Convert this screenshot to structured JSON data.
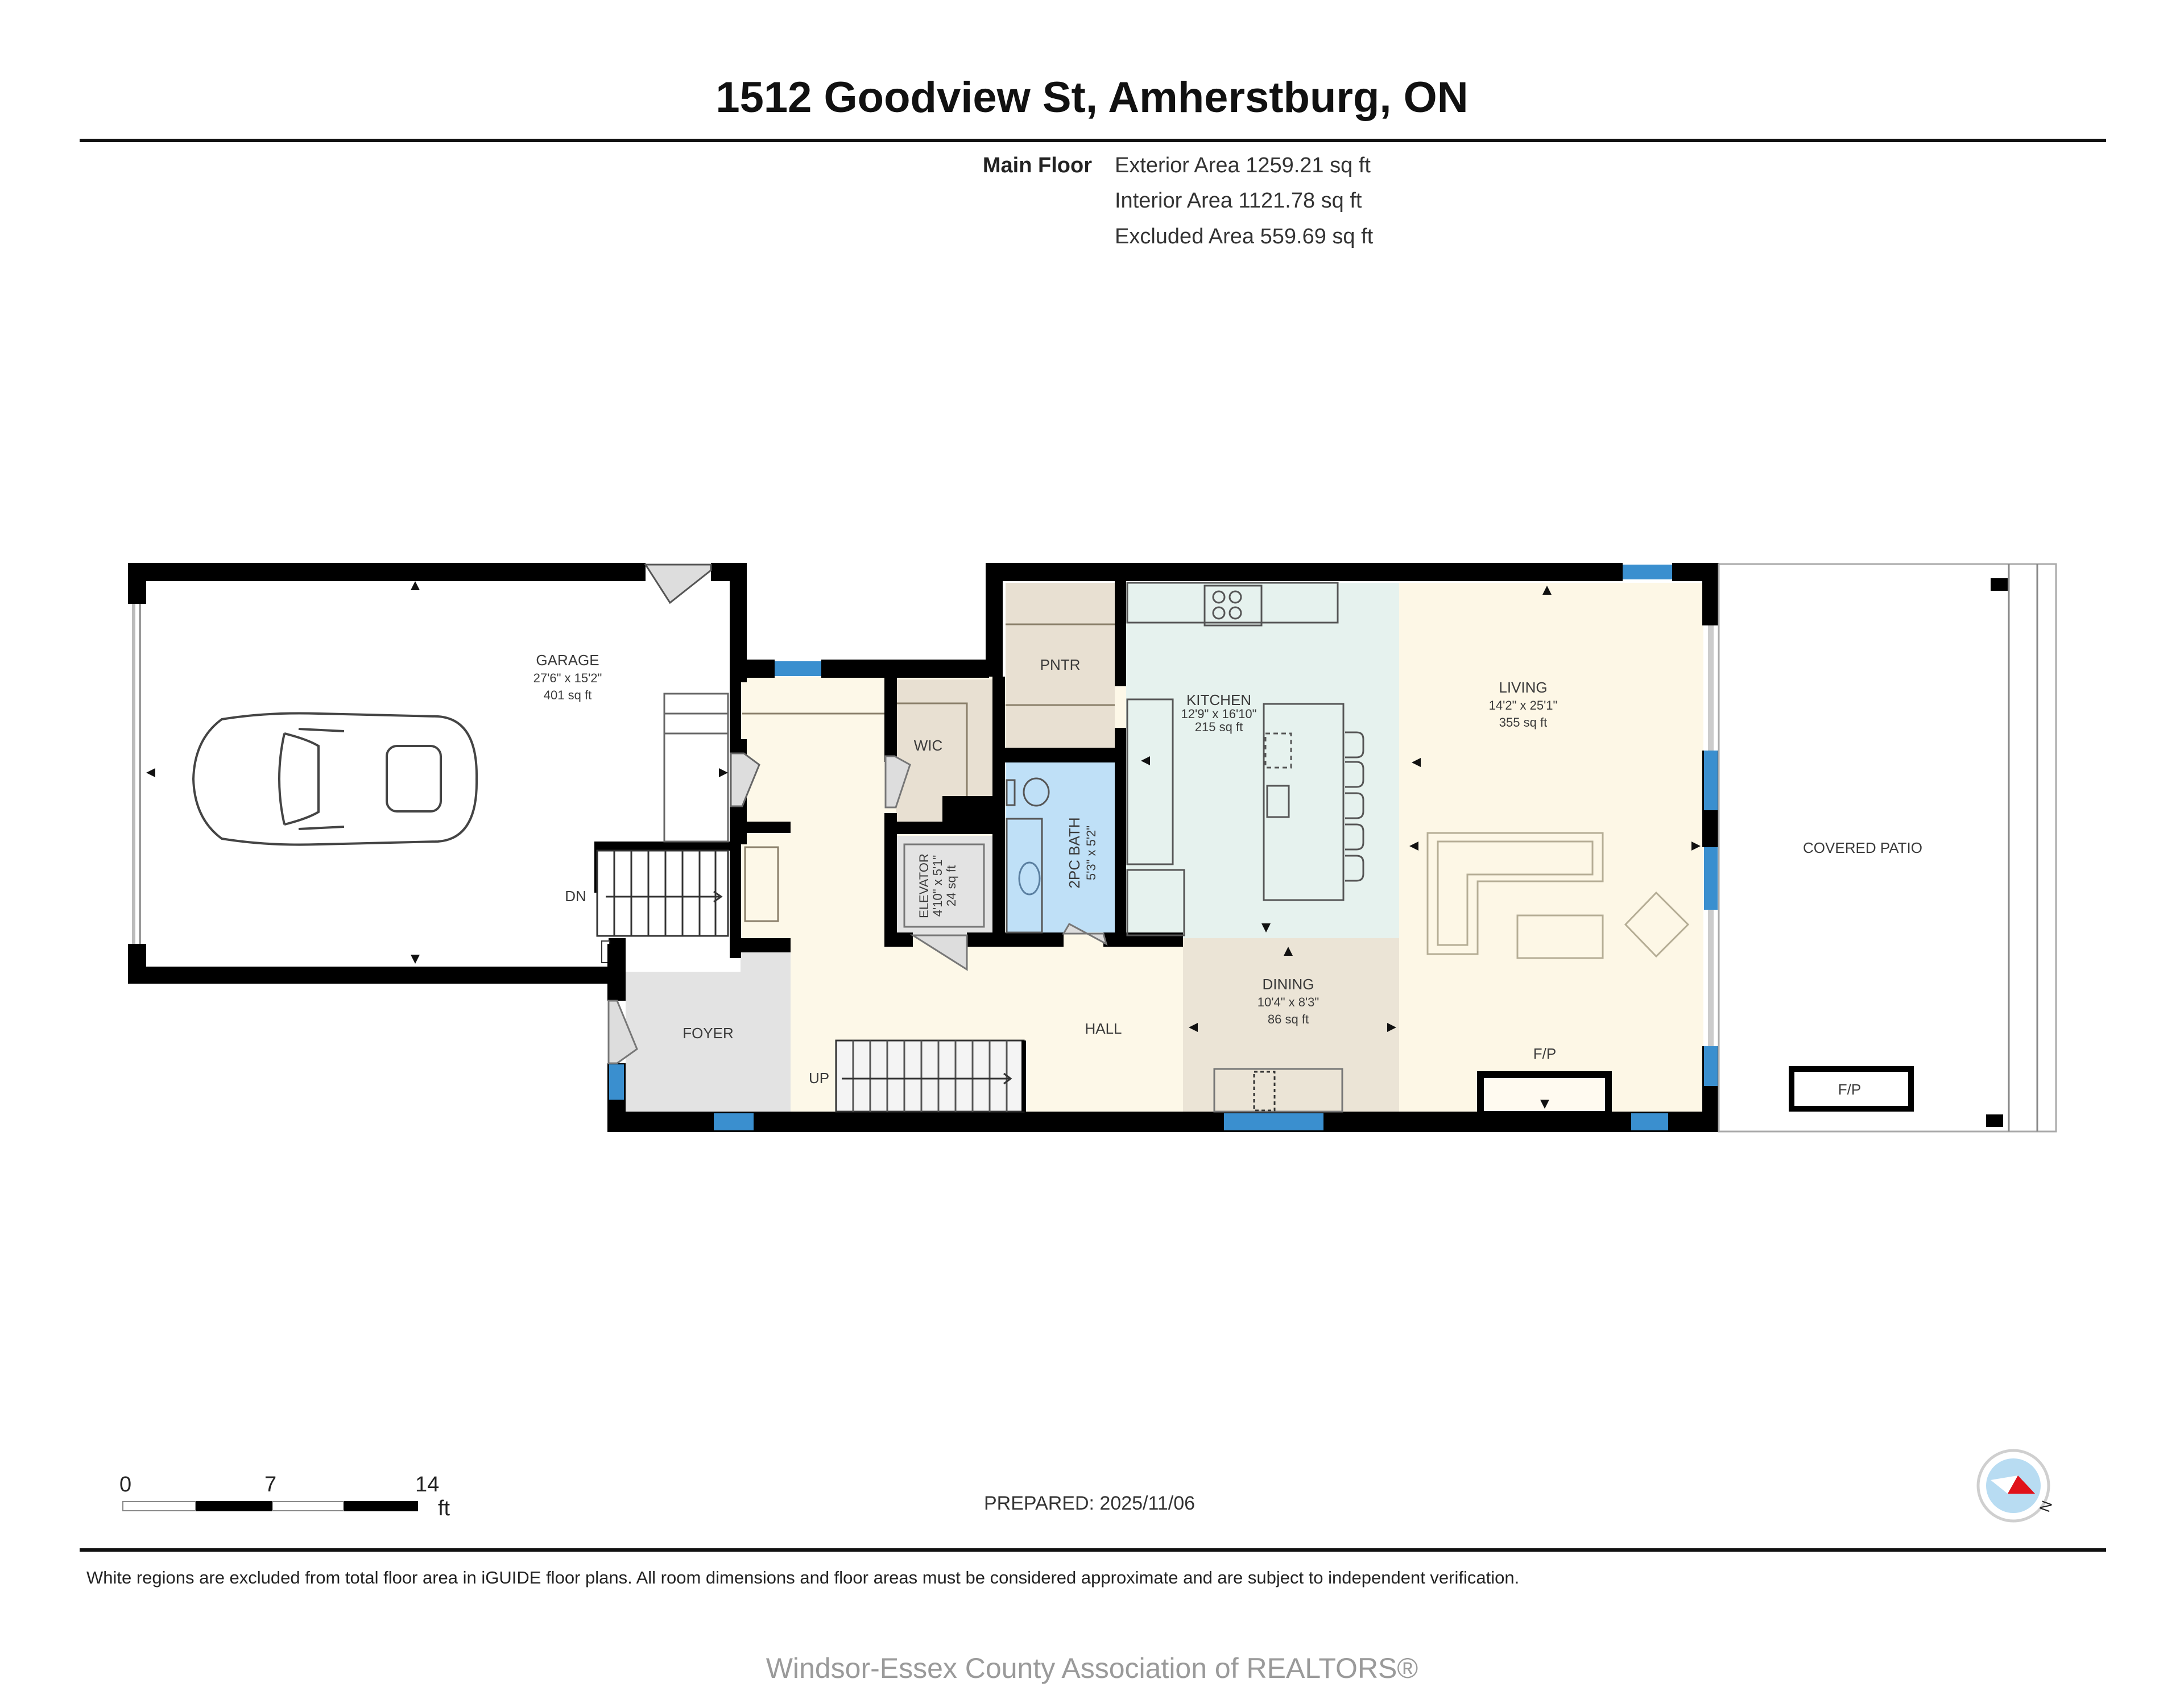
{
  "header": {
    "title": "1512 Goodview St, Amherstburg, ON"
  },
  "area_summary": {
    "floor_label": "Main Floor",
    "exterior_area": "Exterior Area 1259.21 sq ft",
    "interior_area": "Interior Area 1121.78 sq ft",
    "excluded_area": "Excluded Area 559.69 sq ft"
  },
  "rooms": {
    "garage": {
      "name": "GARAGE",
      "dims": "27'6\" x 15'2\"",
      "area": "401 sq ft"
    },
    "pantry": {
      "name": "PNTR"
    },
    "kitchen": {
      "name": "KITCHEN",
      "dims": "12'9\" x 16'10\"",
      "area": "215 sq ft"
    },
    "living": {
      "name": "LIVING",
      "dims": "14'2\" x 25'1\"",
      "area": "355 sq ft"
    },
    "wic": {
      "name": "WIC"
    },
    "bath": {
      "name": "2PC BATH",
      "dims": "5'3\" x 5'2\""
    },
    "elevator": {
      "name": "ELEVATOR",
      "dims": "4'10\" x 5'1\"",
      "area": "24 sq ft"
    },
    "dining": {
      "name": "DINING",
      "dims": "10'4\" x 8'3\"",
      "area": "86 sq ft"
    },
    "hall": {
      "name": "HALL"
    },
    "foyer": {
      "name": "FOYER"
    },
    "covered_patio": {
      "name": "COVERED PATIO"
    }
  },
  "annotations": {
    "stairs_down": "DN",
    "stairs_up": "UP",
    "fireplace_living": "F/P",
    "fireplace_patio": "F/P"
  },
  "colors": {
    "wall": "#000000",
    "window": "#3a8fcf",
    "hall_fill": "#fdf8e8",
    "living_fill": "#fdf7e6",
    "kitchen_fill": "#e6f2ee",
    "pantry_fill": "#e8e0d2",
    "dining_fill": "#ebe4d6",
    "bath_fill": "#bfe0f7",
    "foyer_fill": "#e3e3e3",
    "elevator_fill": "#e3e3e3",
    "compass_red": "#e0121a",
    "compass_blue": "#b8dcf2"
  },
  "scale_bar": {
    "ticks": [
      "0",
      "7",
      "14"
    ],
    "unit": "ft"
  },
  "footer": {
    "prepared": "PREPARED: 2025/11/06",
    "disclaimer": "White regions are excluded from total floor area in iGUIDE floor plans. All room dimensions and floor areas must be considered approximate and are subject to independent verification.",
    "watermark": "Windsor-Essex County Association of REALTORS®",
    "compass_label": "N"
  }
}
